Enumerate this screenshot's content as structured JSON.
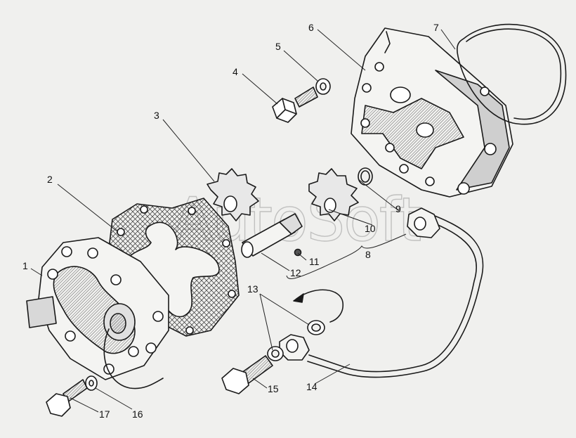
{
  "watermark": "AutoSoft",
  "colors": {
    "background": "#f0f0ee",
    "ink": "#1a1a1a"
  },
  "callouts": [
    {
      "id": "1",
      "label": "1"
    },
    {
      "id": "2",
      "label": "2"
    },
    {
      "id": "3",
      "label": "3"
    },
    {
      "id": "4",
      "label": "4"
    },
    {
      "id": "5",
      "label": "5"
    },
    {
      "id": "6",
      "label": "6"
    },
    {
      "id": "7",
      "label": "7"
    },
    {
      "id": "8",
      "label": "8"
    },
    {
      "id": "9",
      "label": "9"
    },
    {
      "id": "10",
      "label": "10"
    },
    {
      "id": "11",
      "label": "11"
    },
    {
      "id": "12",
      "label": "12"
    },
    {
      "id": "13",
      "label": "13"
    },
    {
      "id": "14",
      "label": "14"
    },
    {
      "id": "15",
      "label": "15"
    },
    {
      "id": "16",
      "label": "16"
    },
    {
      "id": "17",
      "label": "17"
    }
  ]
}
